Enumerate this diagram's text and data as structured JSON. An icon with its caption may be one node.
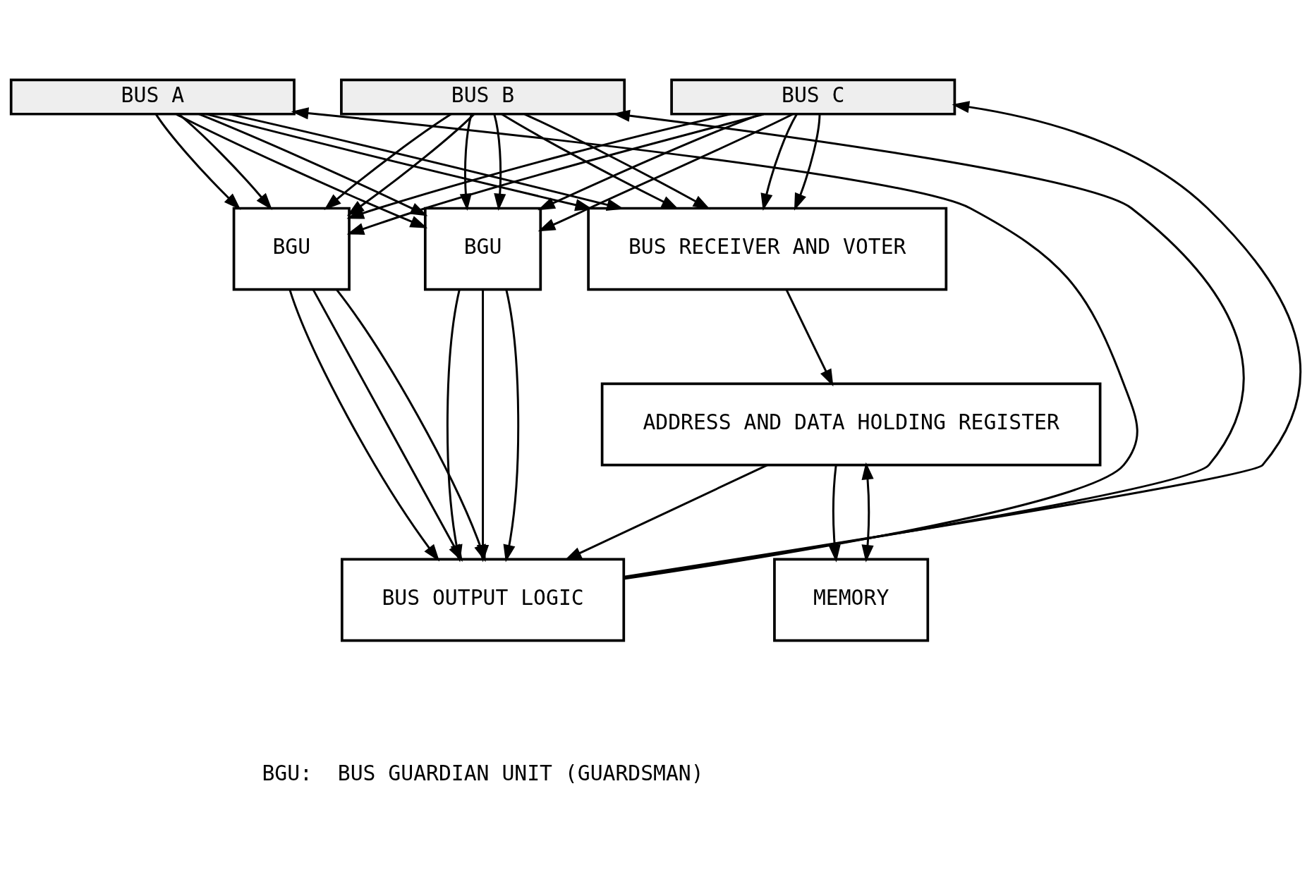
{
  "diagram": {
    "nodes": [
      {
        "text": [
          "BUS A"
        ]
      },
      {
        "text": [
          "BUS B"
        ]
      },
      {
        "text": [
          "BUS C"
        ]
      },
      {
        "text": [
          "BUS RECEIVER AND VOTER"
        ]
      },
      {
        "text": [
          "BGU"
        ]
      },
      {
        "text": [
          "BGU"
        ]
      },
      {
        "text": [
          "ADDRESS AND DATA HOLDING REGISTER"
        ]
      },
      {
        "text": [
          "BUS OUTPUT LOGIC"
        ]
      },
      {
        "text": [
          "MEMORY"
        ]
      }
    ],
    "edges": [
      {
        "from": 0,
        "to": 3,
        "arrow": "to"
      },
      {
        "from": 0,
        "to": 3,
        "arrow": "to"
      },
      {
        "from": 1,
        "to": 3,
        "arrow": "to"
      },
      {
        "from": 1,
        "to": 3,
        "arrow": "to"
      },
      {
        "from": 2,
        "to": 3,
        "arrow": "to"
      },
      {
        "from": 2,
        "to": 3,
        "arrow": "to"
      },
      {
        "from": 0,
        "to": 4,
        "arrow": "to"
      },
      {
        "from": 0,
        "to": 4,
        "arrow": "to"
      },
      {
        "from": 1,
        "to": 4,
        "arrow": "to"
      },
      {
        "from": 1,
        "to": 4,
        "arrow": "to"
      },
      {
        "from": 2,
        "to": 4,
        "arrow": "to"
      },
      {
        "from": 2,
        "to": 4,
        "arrow": "to"
      },
      {
        "from": 0,
        "to": 5,
        "arrow": "to"
      },
      {
        "from": 0,
        "to": 5,
        "arrow": "to"
      },
      {
        "from": 1,
        "to": 5,
        "arrow": "to"
      },
      {
        "from": 1,
        "to": 5,
        "arrow": "to"
      },
      {
        "from": 2,
        "to": 5,
        "arrow": "to"
      },
      {
        "from": 2,
        "to": 5,
        "arrow": "to"
      },
      {
        "from": 3,
        "to": 6,
        "arrow": "to"
      },
      {
        "from": 4,
        "to": 7,
        "arrow": "to"
      },
      {
        "from": 4,
        "to": 7,
        "arrow": "to"
      },
      {
        "from": 4,
        "to": 7,
        "arrow": "to"
      },
      {
        "from": 5,
        "to": 7,
        "arrow": "to"
      },
      {
        "from": 5,
        "to": 7,
        "arrow": "to"
      },
      {
        "from": 5,
        "to": 7,
        "arrow": "to"
      },
      {
        "from": 6,
        "to": 7,
        "arrow": "to"
      },
      {
        "from": 6,
        "to": 8,
        "arrow": "to"
      },
      {
        "from": 8,
        "to": 6,
        "arrow": "both"
      },
      {
        "from": 7,
        "to": 2,
        "arrow": "to"
      },
      {
        "from": 7,
        "to": 1,
        "arrow": "to"
      },
      {
        "from": 7,
        "to": 0,
        "arrow": "to"
      }
    ],
    "labels": [
      "BGU:  BUS GUARDIAN UNIT (GUARDSMAN)"
    ]
  }
}
